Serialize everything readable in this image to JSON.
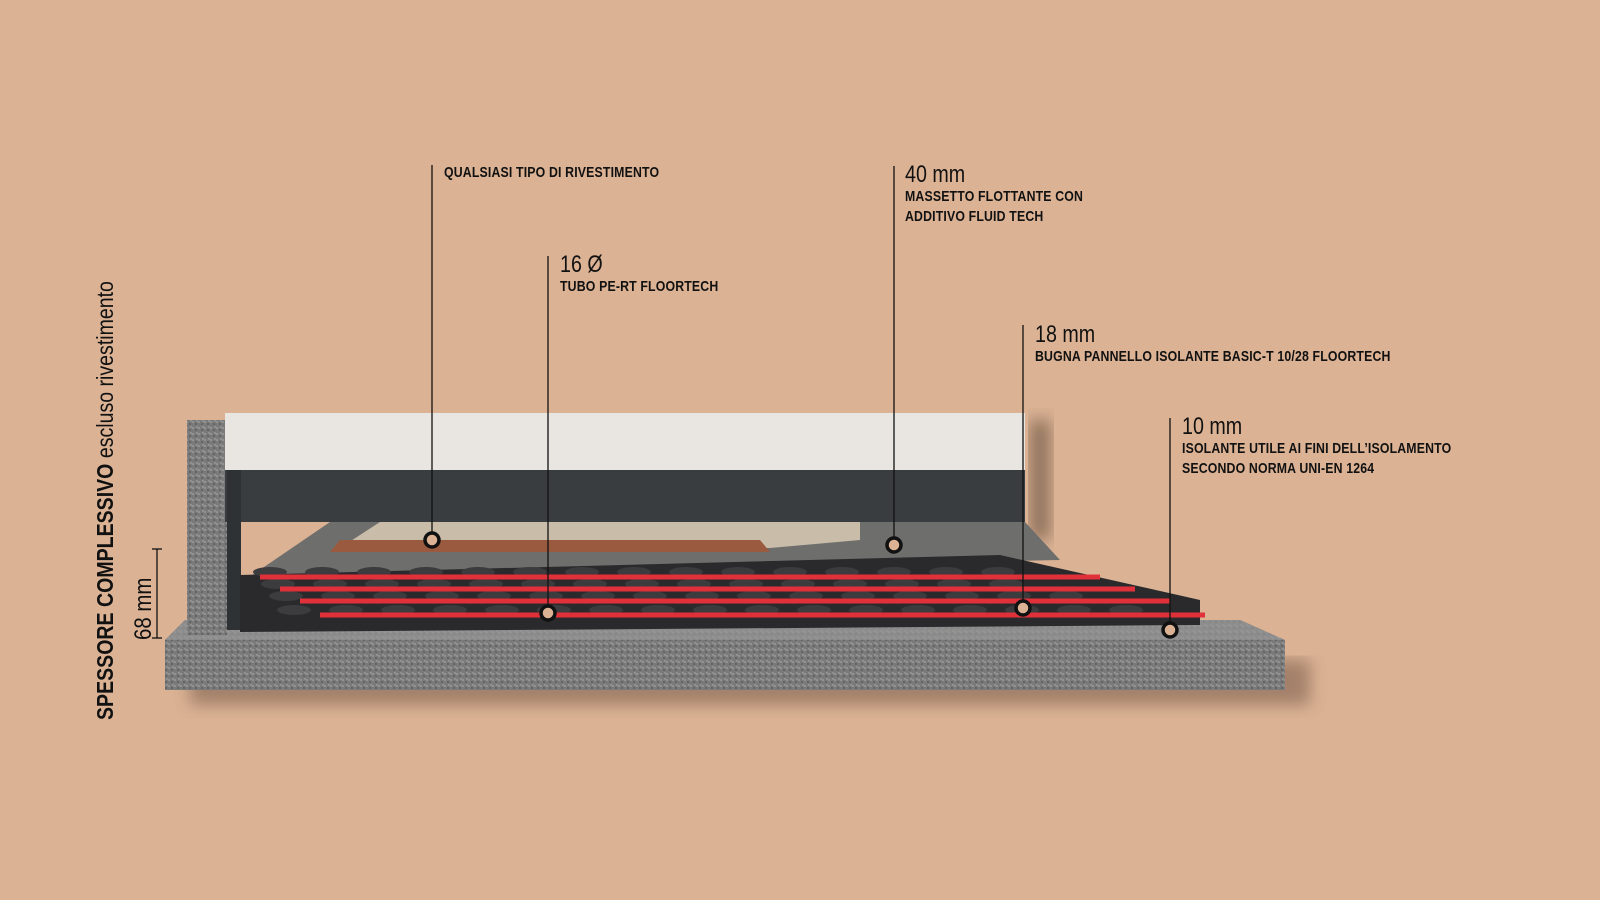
{
  "title": {
    "bold": "SPESSORE COMPLESSIVO",
    "normal": "escluso rivestimento",
    "total": "68 mm"
  },
  "callouts": [
    {
      "id": "rivestimento",
      "dimension": "",
      "lines": [
        "QUALSIASI TIPO DI RIVESTIMENTO"
      ]
    },
    {
      "id": "tubo",
      "dimension": "16 Ø",
      "lines": [
        "TUBO PE-RT FLOORTECH"
      ]
    },
    {
      "id": "massetto",
      "dimension": "40 mm",
      "lines": [
        "MASSETTO FLOTTANTE CON",
        "ADDITIVO FLUID TECH"
      ]
    },
    {
      "id": "bugna",
      "dimension": "18 mm",
      "lines": [
        "BUGNA PANNELLO ISOLANTE BASIC-T 10/28 FLOORTECH"
      ]
    },
    {
      "id": "isolante",
      "dimension": "10 mm",
      "lines": [
        "ISOLANTE UTILE AI FINI DELL’ISOLAMENTO",
        "SECONDO NORMA UNI-EN 1264"
      ]
    }
  ],
  "colors": {
    "background": "#dbb294",
    "pipe": "#e0313a",
    "panel": "#2a2a2c",
    "concrete": "#7d7d7d",
    "wall": "#e9e6e1"
  }
}
